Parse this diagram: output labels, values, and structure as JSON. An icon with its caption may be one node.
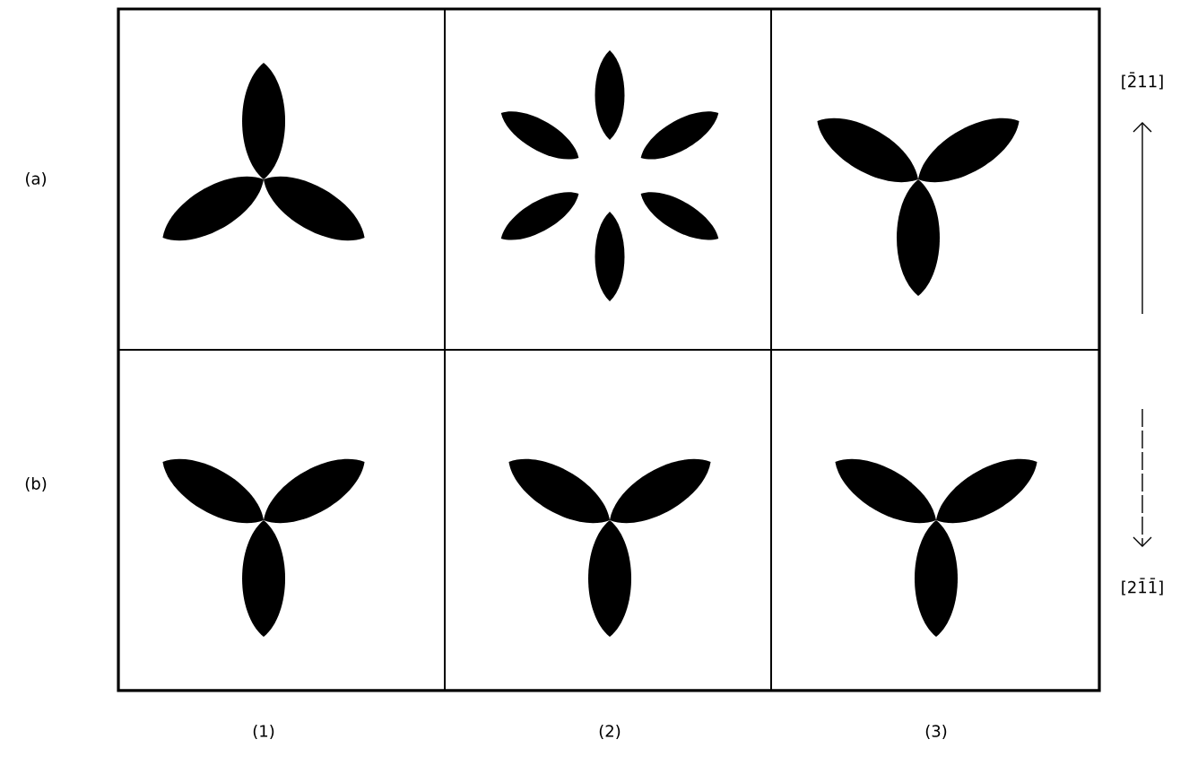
{
  "diagram": {
    "labels": [
      "(a)",
      "[2̄11]",
      "(b)",
      "[21̄1̄]",
      "(1)",
      "(2)",
      "(3)"
    ]
  }
}
